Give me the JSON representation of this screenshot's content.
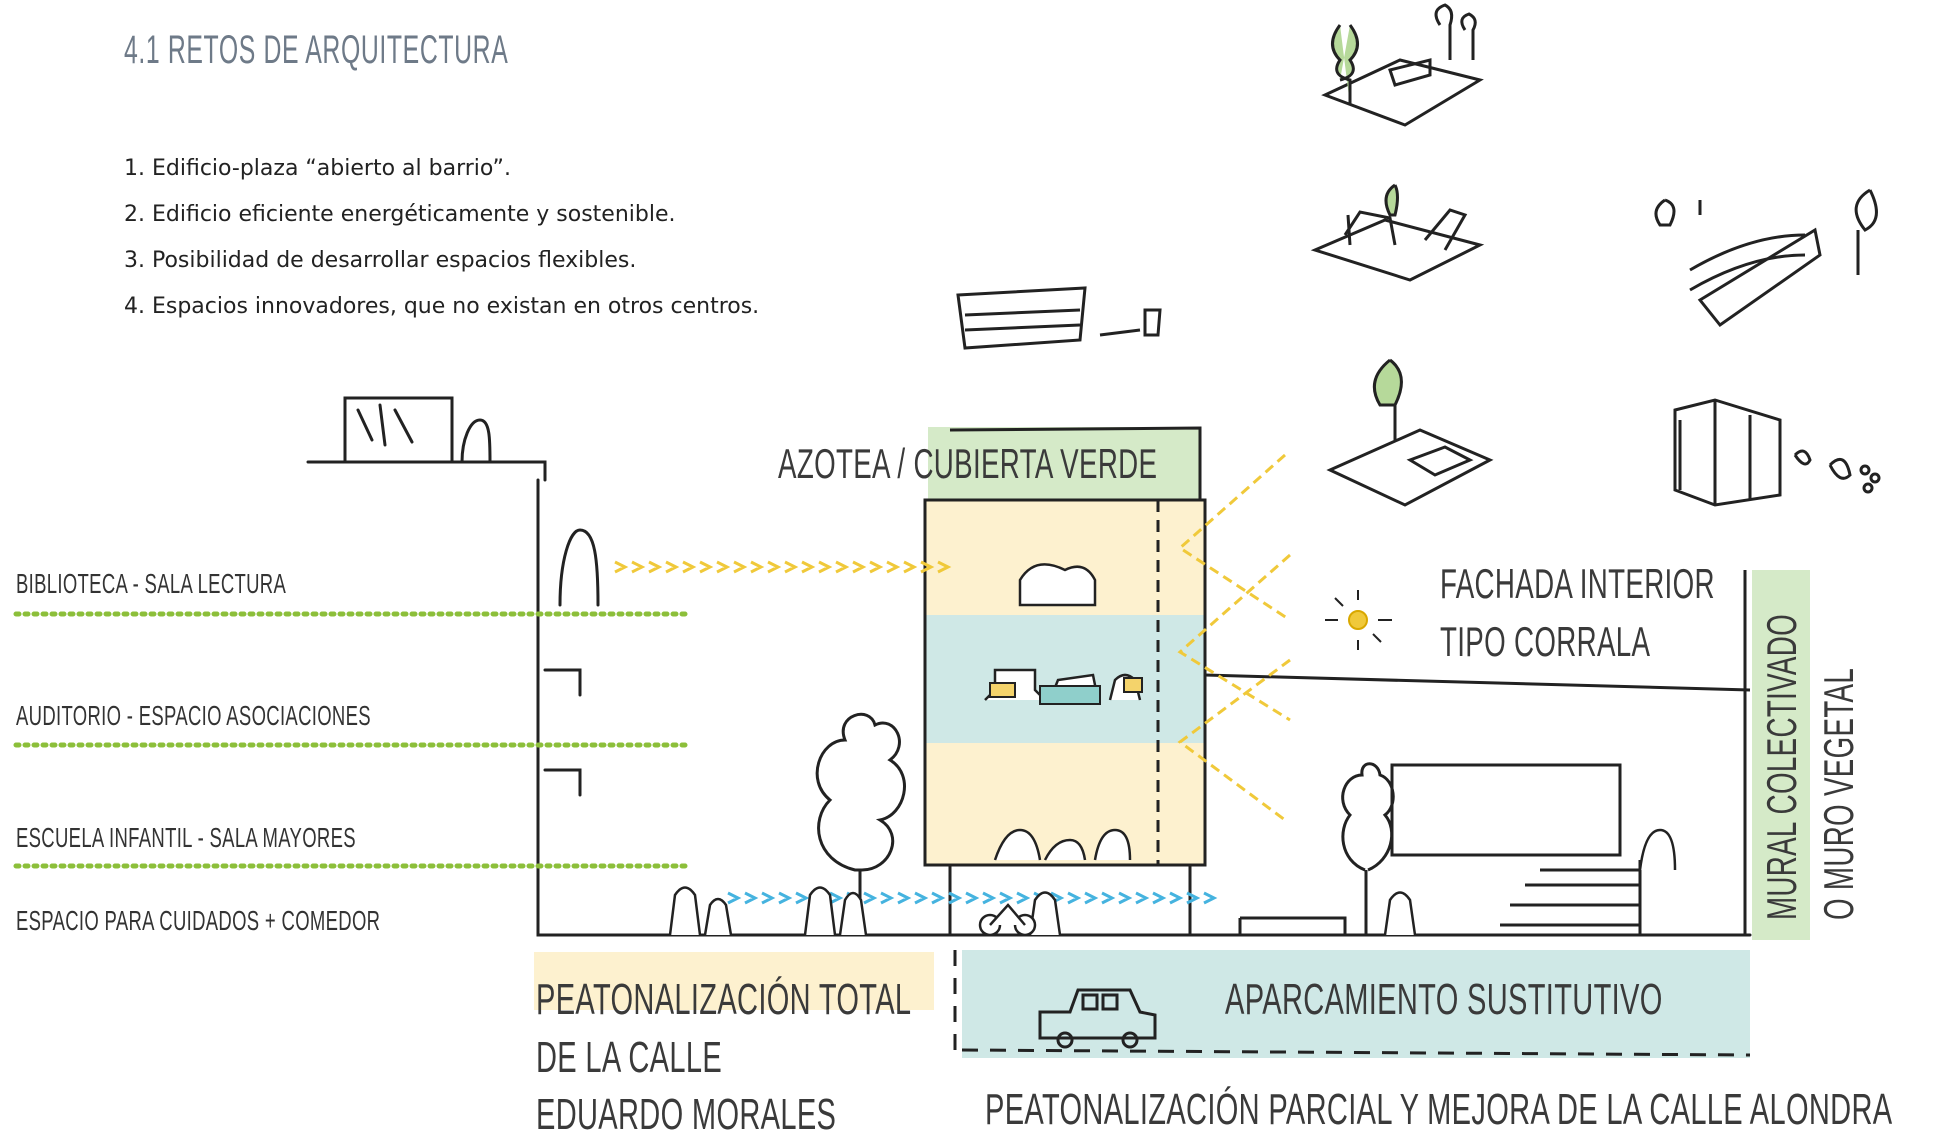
{
  "title": "4.1 RETOS DE ARQUITECTURA",
  "goals": [
    "1. Edificio-plaza “abierto al barrio”.",
    "2. Edificio eficiente energéticamente y sostenible.",
    "3. Posibilidad de desarrollar espacios flexibles.",
    "4. Espacios innovadores, que no existan en otros centros."
  ],
  "side_labels": {
    "biblioteca": "BIBLIOTECA - SALA LECTURA",
    "auditorio": "AUDITORIO - ESPACIO ASOCIACIONES",
    "escuela": "ESCUELA INFANTIL - SALA MAYORES",
    "cuidados": "ESPACIO PARA CUIDADOS + COMEDOR"
  },
  "azotea": "AZOTEA / CUBIERTA VERDE",
  "fachada": [
    "FACHADA INTERIOR",
    "TIPO CORRALA"
  ],
  "mural": "MURAL COLECTIVADO",
  "muro": "O MURO VEGETAL",
  "aparcamiento": "APARCAMIENTO SUSTITUTIVO",
  "peatonal_total": [
    "PEATONALIZACIÓN TOTAL",
    "DE LA CALLE",
    "EDUARDO MORALES"
  ],
  "peatonal_parcial": "PEATONALIZACIÓN PARCIAL Y MEJORA DE LA CALLE ALONDRA",
  "colors": {
    "yellow_band": "#fdf1cf",
    "blue_band": "#cfe8e6",
    "green_band": "#d5eac8",
    "dotted_green": "#8cbf3a",
    "arrow_yellow": "#f0c93a",
    "arrow_blue": "#45b3df"
  }
}
